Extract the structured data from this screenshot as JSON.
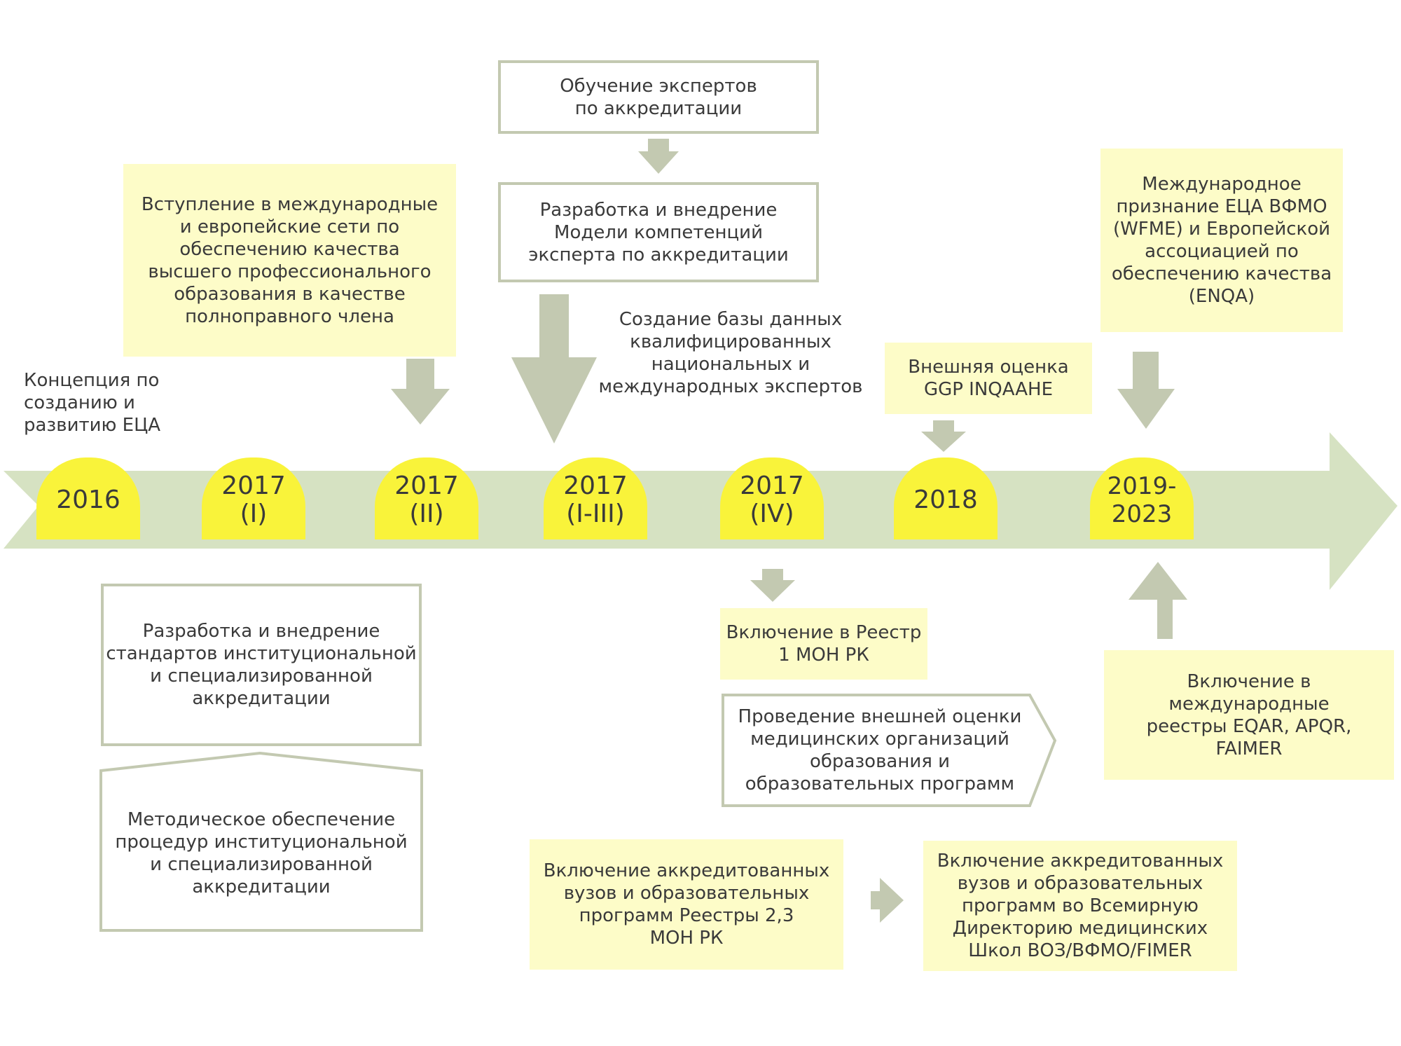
{
  "colors": {
    "timeline": "#d6e2c2",
    "arrow": "#c3c9b1",
    "year_badge": "#f9f33a",
    "note_fill": "#fdfcc8",
    "outline": "#c3c9b1"
  },
  "years": [
    {
      "label": "2016"
    },
    {
      "label": "2017\n(I)"
    },
    {
      "label": "2017\n(II)"
    },
    {
      "label": "2017\n(I-III)"
    },
    {
      "label": "2017\n(IV)"
    },
    {
      "label": "2018"
    },
    {
      "label": "2019-\n2023"
    }
  ],
  "nodes": {
    "concept": "Концепция по\nсозданию и\nразвитию  ЕЦА",
    "networks": "Вступление в международные\nи европейские сети по\nобеспечению качества\nвысшего профессионального\nобразования в качестве\nполноправного члена",
    "training": "Обучение экспертов\nпо аккредитации",
    "competency_model": "Разработка и внедрение\nМодели компетенций\nэксперта по аккредитации",
    "experts_db": "Создание базы данных\nквалифицированных\nнациональных и\nмеждународных экспертов",
    "ggp": "Внешняя оценка\nGGP INQAAHE",
    "intl_recognition": "Международное\nпризнание ЕЦА ВФМО\n(WFME) и  Европейской\nассоциацией по\nобеспечению качества\n(ENQA)",
    "standards": "Разработка и внедрение\nстандартов институциональной\nи специализированной\nаккредитации",
    "methodology": "Методическое обеспечение\nпроцедур  институциональной\nи специализированной\nаккредитации",
    "registry1": "Включение в Реестр\n1 МОН РК",
    "external_eval": "Проведение внешней оценки\nмедицинских организаций\nобразования  и\nобразовательных программ",
    "registries23": "Включение аккредитованных\nвузов и образовательных\nпрограмм Реестры 2,3\nМОН РК",
    "who_directory": "Включение аккредитованных\nвузов и образовательных\nпрограмм во Всемирную\nДиректорию медицинских\nШкол ВОЗ/ВФМО/FIMER",
    "intl_registries": "Включение в\nмеждународные\nреестры   EQAR, APQR,\nFAIMER"
  }
}
